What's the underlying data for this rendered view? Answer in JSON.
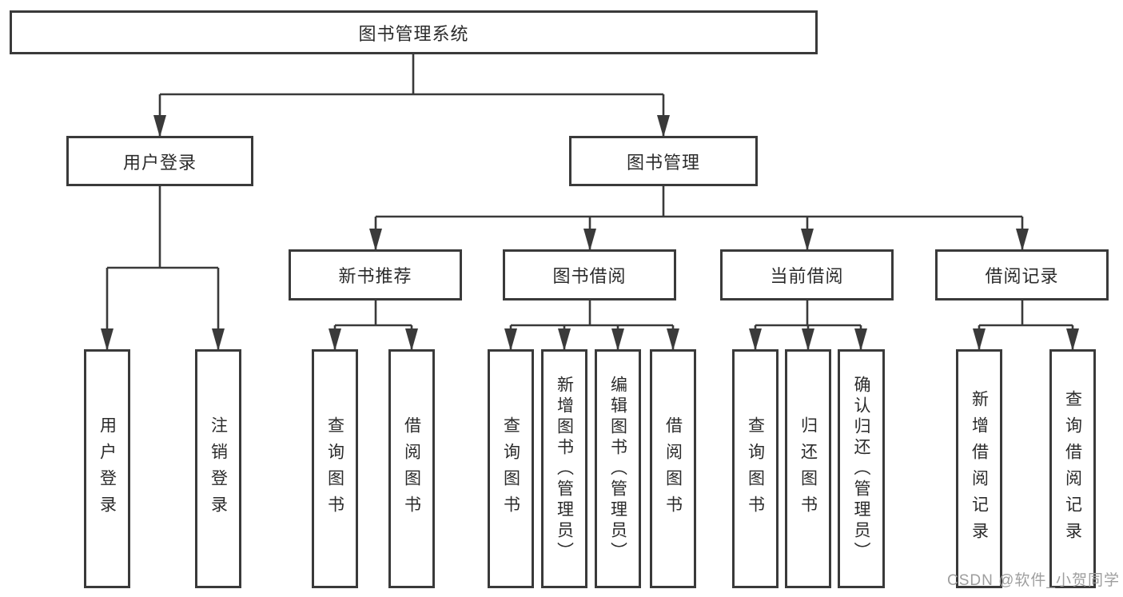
{
  "tree": {
    "root": {
      "label": "图书管理系统",
      "children": [
        {
          "label": "用户登录",
          "children": [
            {
              "label": "用户登录"
            },
            {
              "label": "注销登录"
            }
          ]
        },
        {
          "label": "图书管理",
          "children": [
            {
              "label": "新书推荐",
              "children": [
                {
                  "label": "查询图书"
                },
                {
                  "label": "借阅图书"
                }
              ]
            },
            {
              "label": "图书借阅",
              "children": [
                {
                  "label": "查询图书"
                },
                {
                  "label": "新增图书（管理员）"
                },
                {
                  "label": "编辑图书（管理员）"
                },
                {
                  "label": "借阅图书"
                }
              ]
            },
            {
              "label": "当前借阅",
              "children": [
                {
                  "label": "查询图书"
                },
                {
                  "label": "归还图书"
                },
                {
                  "label": "确认归还（管理员）"
                }
              ]
            },
            {
              "label": "借阅记录",
              "children": [
                {
                  "label": "新增借阅记录"
                },
                {
                  "label": "查询借阅记录"
                }
              ]
            }
          ]
        }
      ]
    }
  },
  "watermark": {
    "text": "CSDN @软件_小贺同学"
  },
  "colors": {
    "line": "#3a3a3a",
    "ink": "#2b2b2b",
    "watermark": "#9e9e9e",
    "paper": "#ffffff"
  }
}
